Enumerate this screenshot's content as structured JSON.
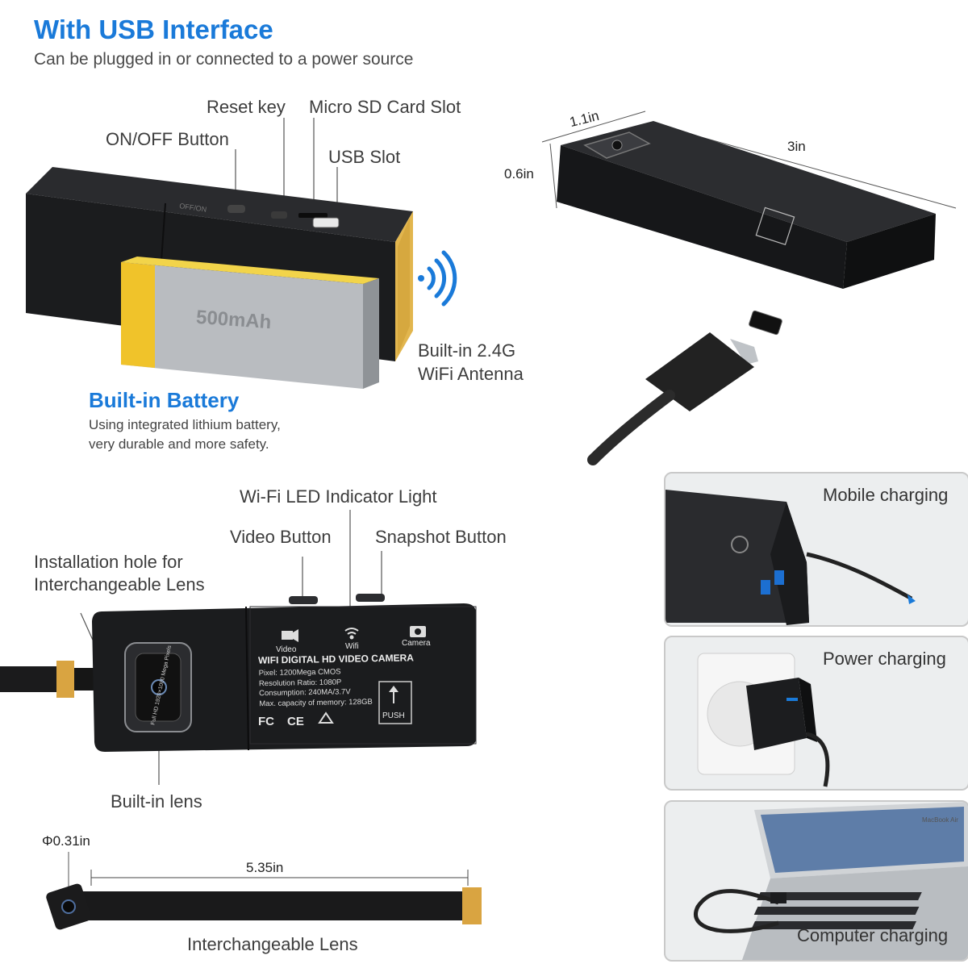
{
  "header": {
    "title": "With USB Interface",
    "subtitle": "Can be plugged in or connected to a power source"
  },
  "top_labels": {
    "reset_key": "Reset key",
    "micro_sd_slot": "Micro SD Card Slot",
    "on_off_button": "ON/OFF Button",
    "usb_slot": "USB Slot",
    "wifi_antenna_line1": "Built-in 2.4G",
    "wifi_antenna_line2": "WiFi Antenna",
    "battery_capacity": "500mAh",
    "battery_title": "Built-in Battery",
    "battery_desc_line1": "Using integrated lithium battery,",
    "battery_desc_line2": "very durable and more safety.",
    "device_switch_print": "OFF/ON"
  },
  "dimensions": {
    "width": "1.1in",
    "length": "3in",
    "height": "0.6in",
    "lens_diameter": "Φ0.31in",
    "cable_length": "5.35in"
  },
  "front_labels": {
    "wifi_led": "Wi-Fi LED Indicator Light",
    "video_button": "Video Button",
    "snapshot_button": "Snapshot Button",
    "install_hole_line1": "Installation hole for",
    "install_hole_line2": "Interchangeable Lens",
    "built_in_lens": "Built-in lens",
    "interchangeable_lens": "Interchangeable Lens"
  },
  "device_print": {
    "icon_video": "Video",
    "icon_wifi": "Wifi",
    "icon_camera": "Camera",
    "model": "WIFI DIGITAL HD VIDEO CAMERA",
    "pixel": "Pixel: 1200Mega CMOS",
    "resolution": "Resolution Ratio: 1080P",
    "consumption": "Consumption: 240MA/3.7V",
    "memory": "Max. capacity of memory: 128GB",
    "push": "PUSH",
    "lens_ring": "Full HD 1920×1080 Mega Pixels",
    "cert_fc": "FC",
    "cert_ce": "CE"
  },
  "charging": {
    "mobile": "Mobile charging",
    "power": "Power charging",
    "computer": "Computer charging",
    "laptop_brand": "MacBook Air"
  },
  "icons": [
    "wifi-signal-icon",
    "video-camera-icon",
    "wifi-icon",
    "camera-icon",
    "recycle-icon",
    "push-arrow-icon"
  ],
  "colors": {
    "accent_blue": "#1a7ad9",
    "device_black": "#1b1c1e",
    "battery_yellow": "#f0c32a",
    "battery_silver": "#b9bcc0",
    "connector_gold": "#d9a441"
  }
}
